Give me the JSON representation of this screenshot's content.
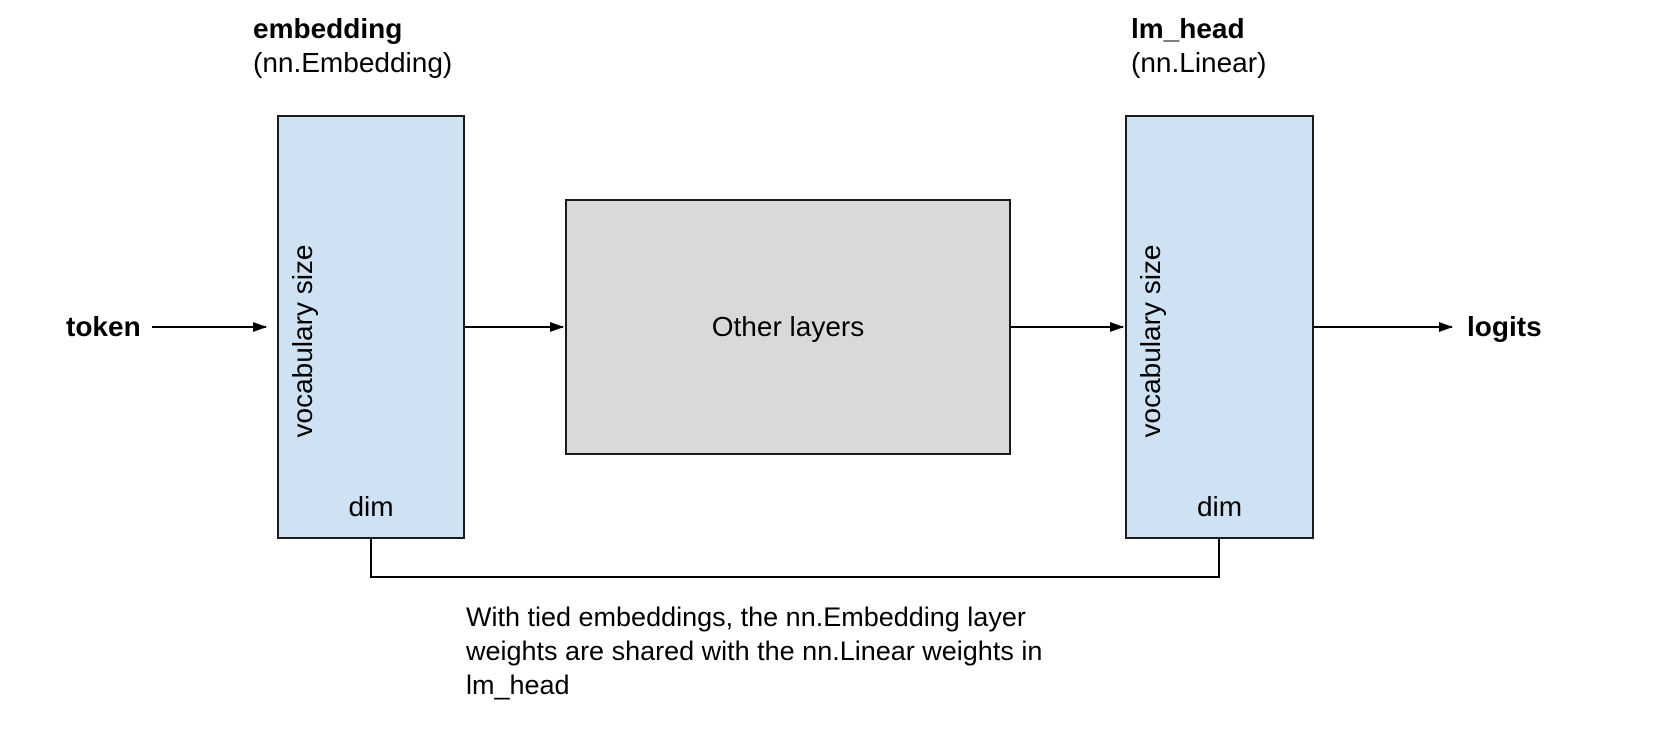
{
  "colors": {
    "block_fill_blue": "#cfe2f3",
    "block_fill_gray": "#d9d9d9",
    "block_border": "#1b1b1b",
    "line_color": "#000000",
    "background": "#ffffff",
    "text_color": "#000000"
  },
  "blocks": {
    "embedding": {
      "title": "embedding",
      "subtitle": "(nn.Embedding)",
      "side_label": "vocabulary size",
      "bottom_label": "dim"
    },
    "other_layers": {
      "label": "Other layers"
    },
    "lm_head": {
      "title": "lm_head",
      "subtitle": "(nn.Linear)",
      "side_label": "vocabulary size",
      "bottom_label": "dim"
    }
  },
  "io": {
    "input_label": "token",
    "output_label": "logits"
  },
  "caption": "With tied embeddings, the nn.Embedding layer weights are shared with the nn.Linear weights in lm_head"
}
